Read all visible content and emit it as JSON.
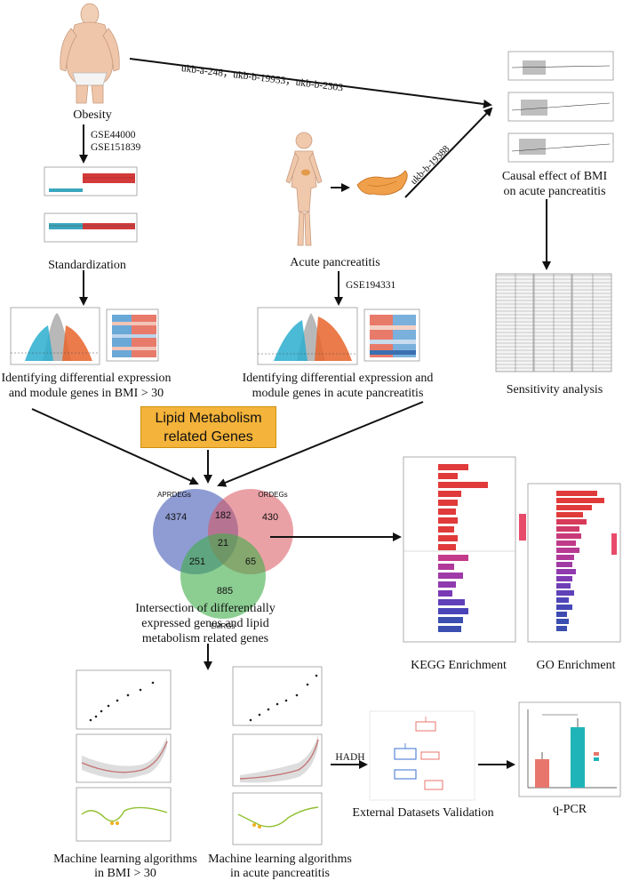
{
  "labels": {
    "obesity": "Obesity",
    "gse_obesity_1": "GSE44000",
    "gse_obesity_2": "GSE151839",
    "standardization": "Standardization",
    "acute_pancreatitis": "Acute pancreatitis",
    "gse_ap": "GSE194331",
    "ukb_top": "ukb-a-248，ukb-b-19953，ukb-b-2303",
    "ukb_diag": "ukb-b-19388",
    "causal_1": "Causal effect of BMI",
    "causal_2": "on acute pancreatitis",
    "sensitivity": "Sensitivity analysis",
    "deg_bmi_1": "Identifying differential expression",
    "deg_bmi_2": "and module genes in BMI > 30",
    "deg_ap_1": "Identifying differential expression and",
    "deg_ap_2": "module genes in acute pancreatitis",
    "lipid_1": "Lipid Metabolism",
    "lipid_2": "related Genes",
    "intersection_1": "Intersection of differentially",
    "intersection_2": "expressed genes and lipid",
    "intersection_3": "metabolism related genes",
    "kegg": "KEGG Enrichment",
    "go": "GO Enrichment",
    "hadh": "HADH",
    "external": "External Datasets Validation",
    "qpcr": "q-PCR",
    "ml_bmi_1": "Machine learning algorithms",
    "ml_bmi_2": "in BMI > 30",
    "ml_ap_1": "Machine learning algorithms",
    "ml_ap_2": "in acute pancreatitis"
  },
  "venn": {
    "sets": [
      "APRDEGs",
      "ORDEGs",
      "LMRGs"
    ],
    "colors": {
      "APRDEGs": "#4a5fb8",
      "ORDEGs": "#d9545c",
      "LMRGs": "#3fae4a"
    },
    "counts": {
      "APRDEGs_only": "4374",
      "ORDEGs_only": "430",
      "LMRGs_only": "885",
      "APRDEGs_ORDEGs": "182",
      "APRDEGs_LMRGs": "251",
      "ORDEGs_LMRGs": "65",
      "all": "21"
    }
  },
  "colors": {
    "lipid_box": "#f4b33a",
    "volcano_up": "#e8642a",
    "volcano_down": "#2aaecf",
    "kegg_red": "#e03a3a",
    "kegg_blue": "#3a4fb0",
    "qpcr_red": "#e8766c",
    "qpcr_teal": "#1fb5b8"
  },
  "icons": [
    "obese-person-icon",
    "human-body-icon",
    "pancreas-icon"
  ]
}
